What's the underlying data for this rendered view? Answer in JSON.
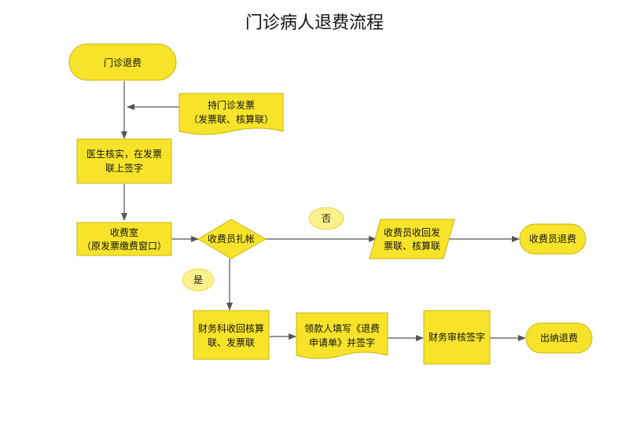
{
  "title": "门诊病人退费流程",
  "colors": {
    "node_fill": "#f7e42a",
    "node_stroke": "#c9b413",
    "arrow": "#555555",
    "bubble_fill": "#fbf08a",
    "bubble_stroke": "#e6d756"
  },
  "nodes": {
    "start": {
      "label": "门诊退费"
    },
    "invoice_doc": {
      "line1": "持门诊发票",
      "line2": "（发票联、核算联）"
    },
    "doctor_verify": {
      "line1": "医生核实，在发票",
      "line2": "联上签字"
    },
    "cashier_room": {
      "line1": "收费室",
      "line2": "（原发票缴费窗口）"
    },
    "decision": {
      "label": "收费员扎帐"
    },
    "cashier_collect": {
      "line1": "收费员收回发",
      "line2": "票联、核算联"
    },
    "cashier_refund": {
      "label": "收费员退费"
    },
    "finance_collect": {
      "line1": "财务科收回核算",
      "line2": "联、发票联"
    },
    "recipient_form": {
      "line1": "领款人填写《退费",
      "line2": "申请单》并签字"
    },
    "finance_review": {
      "label": "财务审核签字"
    },
    "cashier_pay": {
      "label": "出纳退费"
    }
  },
  "branches": {
    "no": "否",
    "yes": "是"
  }
}
